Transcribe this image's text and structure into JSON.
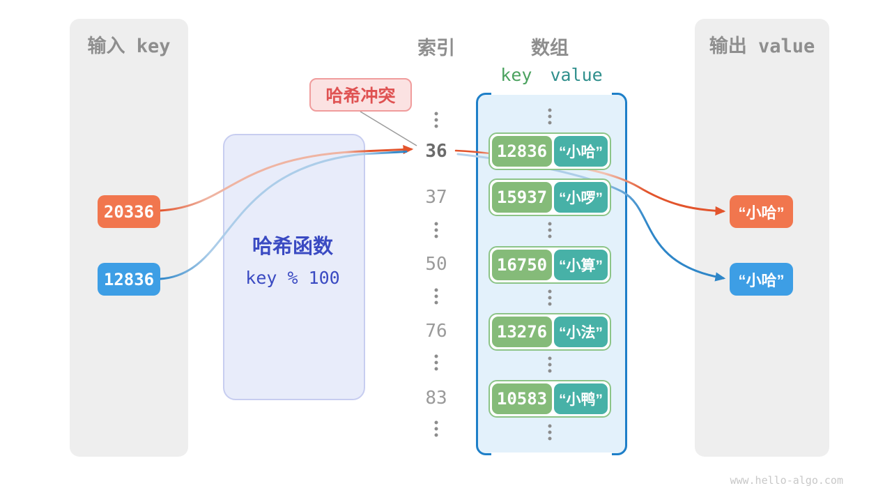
{
  "watermark": "www.hello-algo.com",
  "input_panel": {
    "title": "输入 key",
    "chips": [
      {
        "label": "20336",
        "variant": "orange"
      },
      {
        "label": "12836",
        "variant": "blue"
      }
    ]
  },
  "output_panel": {
    "title": "输出 value",
    "chips": [
      {
        "label": "“小哈”",
        "variant": "orange"
      },
      {
        "label": "“小哈”",
        "variant": "blue"
      }
    ]
  },
  "hash_function": {
    "title": "哈希函数",
    "formula": "key % 100"
  },
  "collision_badge": {
    "label": "哈希冲突"
  },
  "headers": {
    "index": "索引",
    "array": "数组",
    "key": "key",
    "value": "value"
  },
  "index_column": {
    "values": [
      "36",
      "37",
      "50",
      "76",
      "83"
    ],
    "highlighted": "36"
  },
  "array_rows": [
    {
      "key": "12836",
      "value": "“小哈”"
    },
    {
      "key": "15937",
      "value": "“小啰”"
    },
    {
      "key": "16750",
      "value": "“小算”"
    },
    {
      "key": "13276",
      "value": "“小法”"
    },
    {
      "key": "10583",
      "value": "“小鸭”"
    }
  ],
  "colors": {
    "orange_chip": "#F1764E",
    "blue_chip": "#3D9EE5",
    "arrow_orange": "#E2542C",
    "arrow_blue": "#2E86C8",
    "key_green": "#85BB79",
    "value_teal": "#47B1A7",
    "pair_border": "#8CC487",
    "container_blue": "#1E7FC8",
    "container_fill": "#E3F1FB",
    "hash_text": "#3A4AC2",
    "hash_fill": "#E8ECFA",
    "collision_red": "#DF5252",
    "panel_gray": "#EEEEEE",
    "title_gray": "#8E8E8E"
  }
}
